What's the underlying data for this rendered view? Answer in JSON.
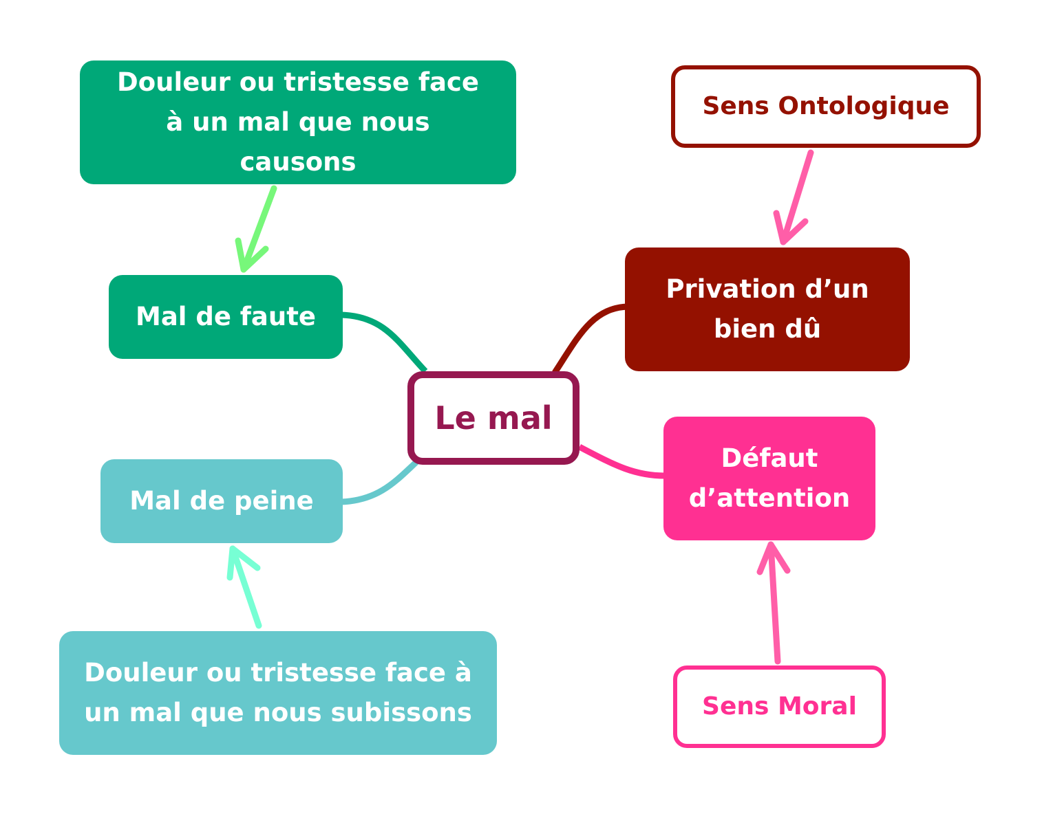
{
  "center": {
    "label": "Le mal"
  },
  "branches": {
    "faute": {
      "label": "Mal de faute",
      "detail": "Douleur ou tristesse face à un mal que nous causons"
    },
    "peine": {
      "label": "Mal de peine",
      "detail": "Douleur ou tristesse face à un mal que nous subissons"
    },
    "privation": {
      "label": "Privation d’un bien dû",
      "note": "Sens Ontologique"
    },
    "defaut": {
      "label": "Défaut d’attention",
      "note": "Sens Moral"
    }
  },
  "colors": {
    "green": "#00A878",
    "teal": "#66C8CC",
    "darkred": "#941100",
    "pink": "#FF3092",
    "center": "#961850"
  }
}
